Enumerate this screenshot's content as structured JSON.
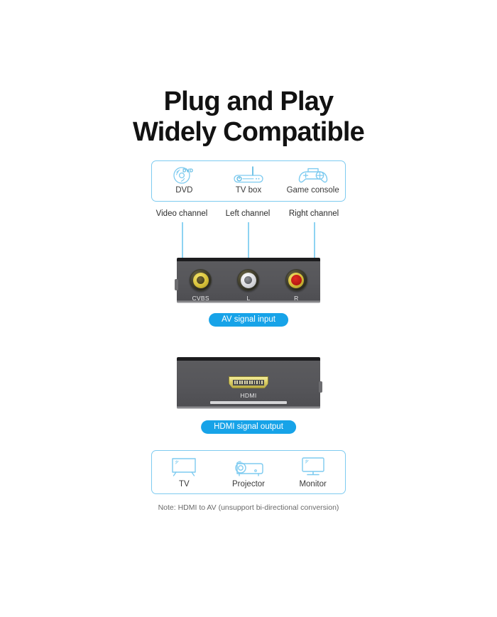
{
  "title": {
    "line1": "Plug and Play",
    "line2": "Widely Compatible"
  },
  "source_panel": {
    "devices": [
      {
        "label": "DVD",
        "icon": "dvd-disc-icon"
      },
      {
        "label": "TV box",
        "icon": "tv-box-icon"
      },
      {
        "label": "Game console",
        "icon": "game-controller-icon"
      }
    ]
  },
  "channels": [
    {
      "label": "Video channel"
    },
    {
      "label": "Left channel"
    },
    {
      "label": "Right channel"
    }
  ],
  "av_device": {
    "jacks": [
      {
        "label": "CVBS",
        "color": "#d8c23a"
      },
      {
        "label": "L",
        "color": "#d9dade"
      },
      {
        "label": "R",
        "color": "#c8201a"
      }
    ]
  },
  "hdmi_device": {
    "port_label": "HDMI"
  },
  "badges": {
    "input": "AV signal input",
    "output": "HDMI signal output"
  },
  "output_panel": {
    "devices": [
      {
        "label": "TV",
        "icon": "tv-screen-icon"
      },
      {
        "label": "Projector",
        "icon": "projector-icon"
      },
      {
        "label": "Monitor",
        "icon": "monitor-icon"
      }
    ]
  },
  "note": "Note:  HDMI to AV (unsupport bi-directional conversion)",
  "colors": {
    "accent_blue": "#17a3e8",
    "outline_blue": "#7ecbf0",
    "leader_blue": "#8ed3f2",
    "device_body": "#56565a",
    "jack_yellow": "#d8c23a",
    "jack_white": "#d9dade",
    "jack_red": "#c8201a",
    "hdmi_gold": "#ddd06a"
  }
}
